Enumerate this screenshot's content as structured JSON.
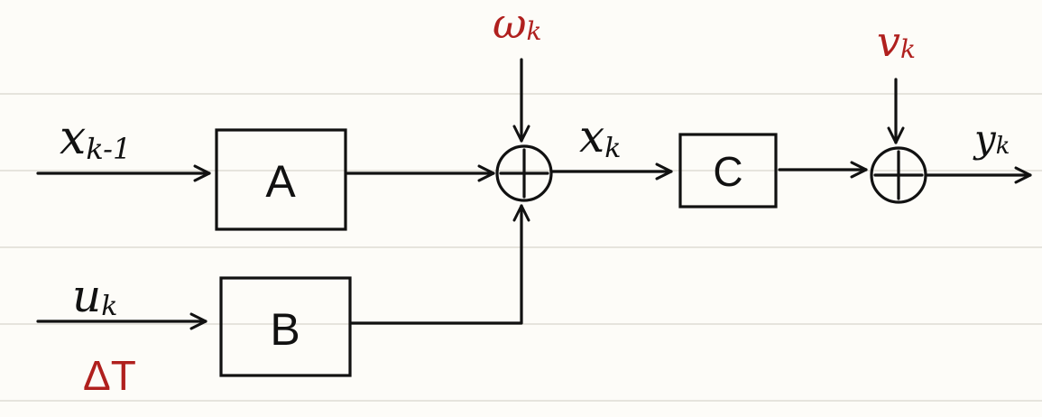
{
  "blocks": {
    "a": "A",
    "b": "B",
    "c": "C"
  },
  "signals": {
    "x_prev": {
      "base": "x",
      "sub": "k-1"
    },
    "u": {
      "base": "u",
      "sub": "k"
    },
    "delta_t": "ΔT",
    "w": {
      "base": "ω",
      "sub": "k"
    },
    "x": {
      "base": "x",
      "sub": "k"
    },
    "v": {
      "base": "v",
      "sub": "k"
    },
    "y": {
      "base": "y",
      "sub": "k"
    }
  },
  "colors": {
    "ink": "#111111",
    "red": "#b0201e",
    "paper": "#fdfcf8",
    "rule": "#e6e4dd"
  }
}
